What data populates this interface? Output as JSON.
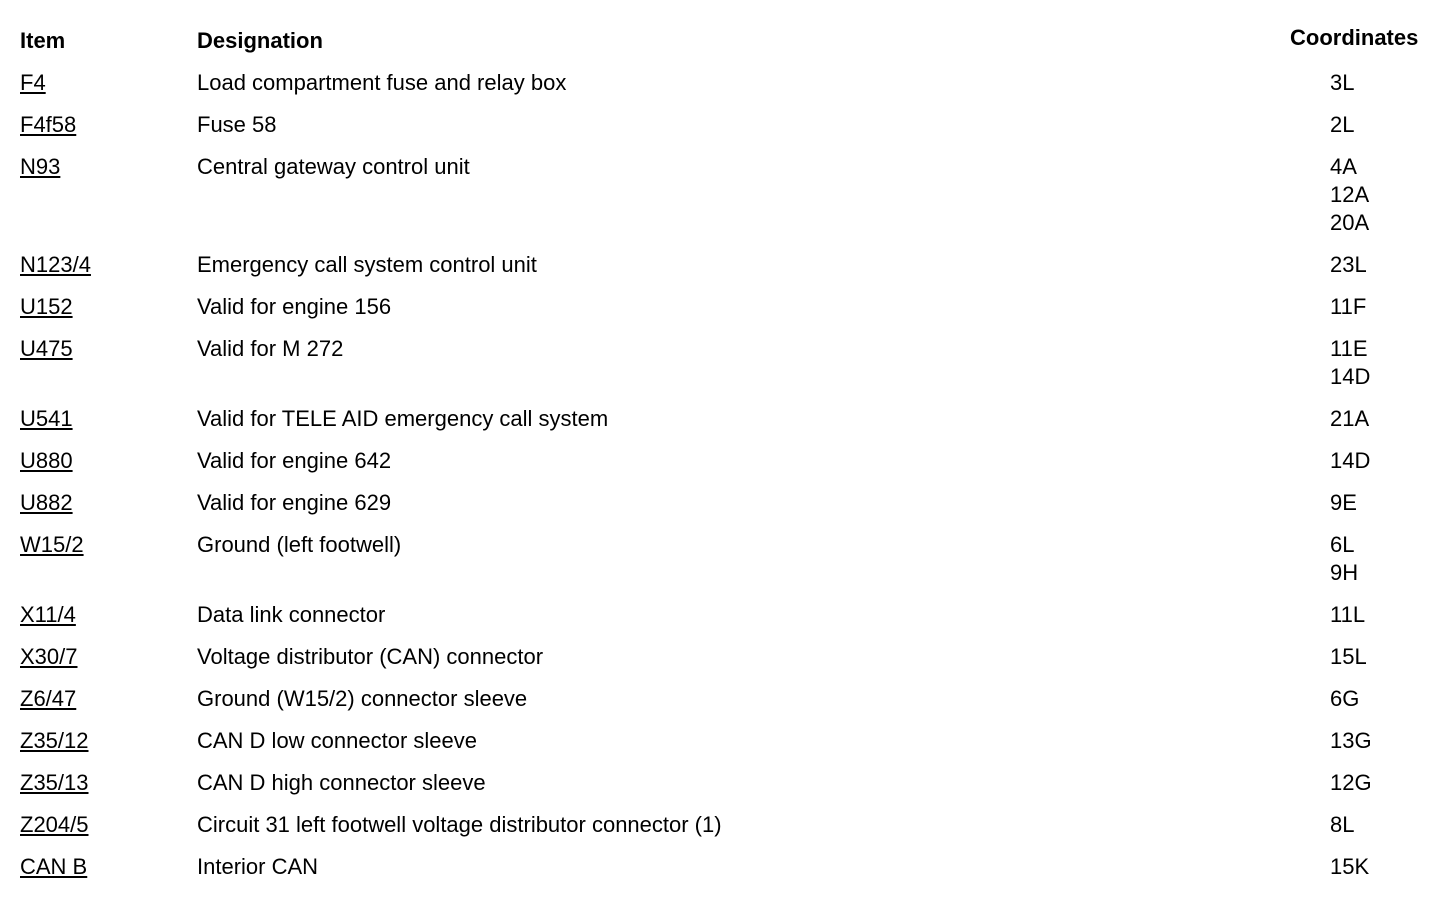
{
  "headers": {
    "item": "Item",
    "designation": "Designation",
    "coordinates": "Coordinates"
  },
  "rows": [
    {
      "item": "F4",
      "designation": "Load compartment fuse and relay box",
      "coordinates": [
        "3L"
      ]
    },
    {
      "item": "F4f58",
      "designation": "Fuse 58",
      "coordinates": [
        "2L"
      ]
    },
    {
      "item": "N93",
      "designation": "Central gateway control unit",
      "coordinates": [
        "4A",
        "12A",
        "20A"
      ]
    },
    {
      "item": "N123/4",
      "designation": "Emergency call system control unit",
      "coordinates": [
        "23L"
      ]
    },
    {
      "item": "U152",
      "designation": "Valid for engine 156",
      "coordinates": [
        "11F"
      ]
    },
    {
      "item": "U475",
      "designation": "Valid for M 272",
      "coordinates": [
        "11E",
        "14D"
      ]
    },
    {
      "item": "U541",
      "designation": "Valid for TELE AID emergency call system",
      "coordinates": [
        "21A"
      ]
    },
    {
      "item": "U880",
      "designation": "Valid for engine 642",
      "coordinates": [
        "14D"
      ]
    },
    {
      "item": "U882",
      "designation": "Valid for engine 629",
      "coordinates": [
        "9E"
      ]
    },
    {
      "item": "W15/2",
      "designation": "Ground (left footwell)",
      "coordinates": [
        "6L",
        "9H"
      ]
    },
    {
      "item": "X11/4",
      "designation": "Data link connector",
      "coordinates": [
        "11L"
      ]
    },
    {
      "item": "X30/7",
      "designation": "Voltage distributor (CAN) connector",
      "coordinates": [
        "15L"
      ]
    },
    {
      "item": "Z6/47",
      "designation": "Ground (W15/2) connector sleeve",
      "coordinates": [
        "6G"
      ]
    },
    {
      "item": "Z35/12",
      "designation": "CAN D low connector sleeve",
      "coordinates": [
        "13G"
      ]
    },
    {
      "item": "Z35/13",
      "designation": "CAN D high connector sleeve",
      "coordinates": [
        "12G"
      ]
    },
    {
      "item": "Z204/5",
      "designation": "Circuit 31 left footwell voltage distributor connector (1)",
      "coordinates": [
        "8L"
      ]
    },
    {
      "item": "CAN B",
      "designation": "Interior CAN",
      "coordinates": [
        "15K"
      ]
    }
  ]
}
